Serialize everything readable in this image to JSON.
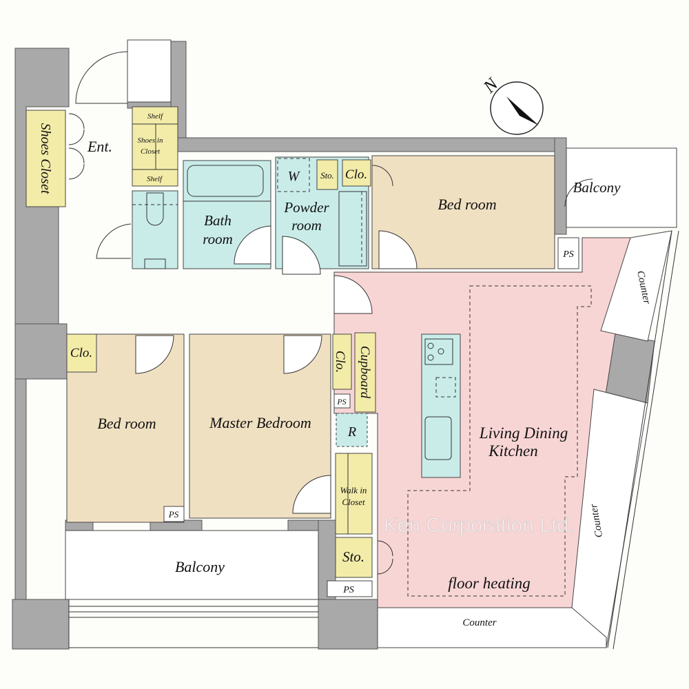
{
  "colors": {
    "wall": "#a9a9a9",
    "storage": "#f3eca9",
    "wet_area": "#c9ece9",
    "bedroom": "#f0e0c2",
    "living": "#f8d5d5"
  },
  "compass": {
    "label": "N"
  },
  "watermark": "Ken Corporation Ltd.",
  "rooms": {
    "shoes_closet": "Shoes Closet",
    "entrance": "Ent.",
    "shelf_top": "Shelf",
    "shoes_in_closet_1": "Shoes in",
    "shoes_in_closet_2": "Closet",
    "shelf_bottom": "Shelf",
    "bath_1": "Bath",
    "bath_2": "room",
    "washer": "W",
    "storage_top": "Sto.",
    "closet_top": "Clo.",
    "powder_1": "Powder",
    "powder_2": "room",
    "bedroom_ne": "Bed room",
    "balcony_ne": "Balcony",
    "ps_ne": "PS",
    "counter_ne": "Counter",
    "closet_w": "Clo.",
    "bedroom_w": "Bed room",
    "ps_w": "PS",
    "master": "Master Bedroom",
    "closet_m": "Clo.",
    "cupboard": "Cupboard",
    "ps_m": "PS",
    "refrigerator": "R",
    "walkin_1": "Walk in",
    "walkin_2": "Closet",
    "storage_s": "Sto.",
    "ps_s": "PS",
    "ldk_1": "Living Dining",
    "ldk_2": "Kitchen",
    "floor_heating": "floor heating",
    "counter_e": "Counter",
    "counter_s": "Counter",
    "balcony_s": "Balcony"
  }
}
